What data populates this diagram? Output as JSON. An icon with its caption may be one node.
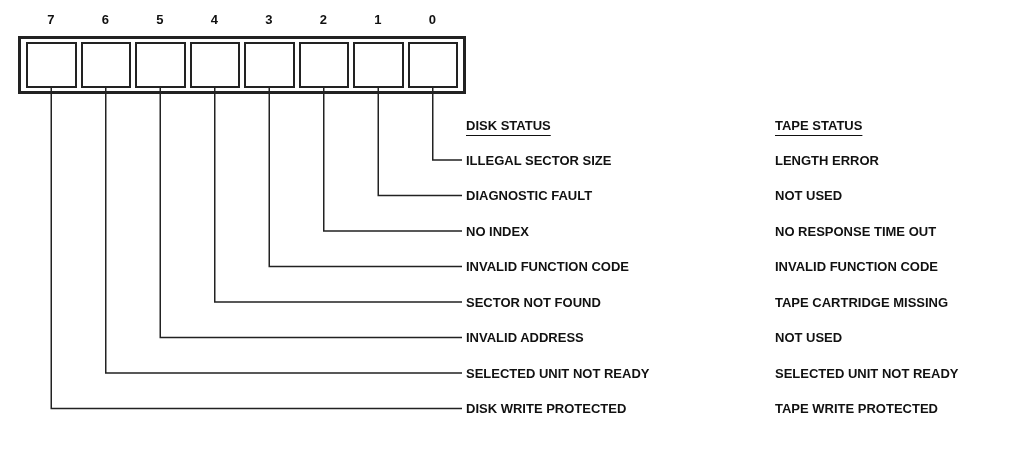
{
  "diagram": {
    "nodes": [
      {
        "text": [],
        "shape": "box"
      },
      {
        "text": [],
        "shape": "box"
      },
      {
        "text": [],
        "shape": "box"
      },
      {
        "text": [],
        "shape": "box"
      },
      {
        "text": [],
        "shape": "box"
      },
      {
        "text": [],
        "shape": "box"
      },
      {
        "text": [],
        "shape": "box"
      },
      {
        "text": [],
        "shape": "box"
      },
      {
        "text": [
          "ILLEGAL SECTOR SIZE"
        ],
        "beside": [
          "LENGTH ERROR"
        ]
      },
      {
        "text": [
          "DIAGNOSTIC FAULT"
        ],
        "beside": [
          "NOT USED"
        ]
      },
      {
        "text": [
          "NO INDEX"
        ],
        "beside": [
          "NO RESPONSE TIME OUT"
        ]
      },
      {
        "text": [
          "INVALID FUNCTION CODE"
        ],
        "beside": [
          "INVALID FUNCTION CODE"
        ]
      },
      {
        "text": [
          "SECTOR NOT FOUND"
        ],
        "beside": [
          "TAPE CARTRIDGE MISSING"
        ]
      },
      {
        "text": [
          "INVALID ADDRESS"
        ],
        "beside": [
          "NOT USED"
        ]
      },
      {
        "text": [
          "SELECTED UNIT NOT READY"
        ],
        "beside": [
          "SELECTED UNIT NOT READY"
        ]
      },
      {
        "text": [
          "DISK WRITE PROTECTED"
        ],
        "beside": [
          "TAPE WRITE PROTECTED"
        ]
      }
    ],
    "edges": [
      {
        "from": 8,
        "to": 7,
        "arrow": "none"
      },
      {
        "from": 9,
        "to": 6,
        "arrow": "none"
      },
      {
        "from": 10,
        "to": 5,
        "arrow": "none"
      },
      {
        "from": 11,
        "to": 4,
        "arrow": "none"
      },
      {
        "from": 12,
        "to": 3,
        "arrow": "none"
      },
      {
        "from": 13,
        "to": 2,
        "arrow": "none"
      },
      {
        "from": 14,
        "to": 1,
        "arrow": "none"
      },
      {
        "from": 15,
        "to": 0,
        "arrow": "none"
      }
    ],
    "labels": [
      "7",
      "6",
      "5",
      "4",
      "3",
      "2",
      "1",
      "0",
      "DISK STATUS",
      "TAPE STATUS"
    ]
  }
}
